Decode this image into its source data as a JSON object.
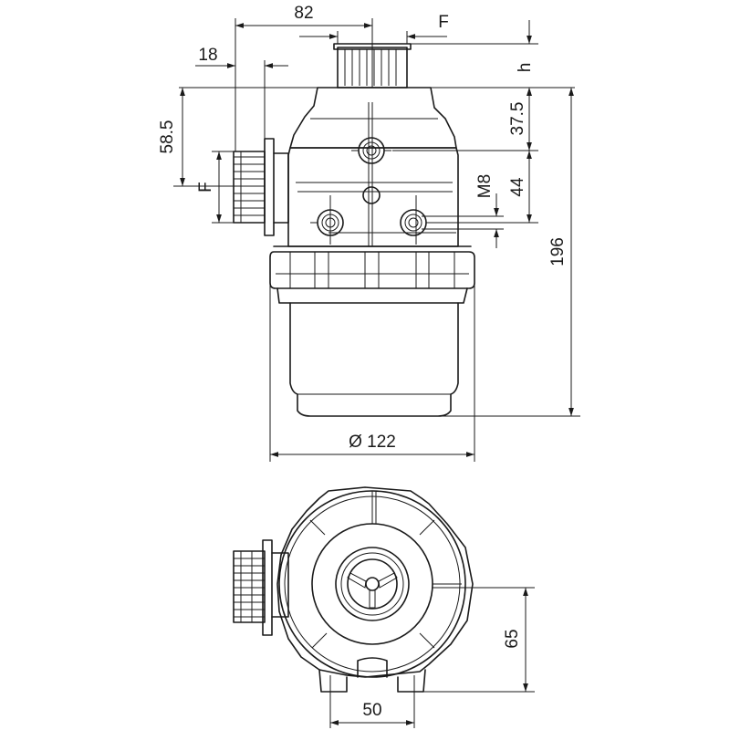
{
  "drawing": {
    "dimensions": {
      "d82": "82",
      "dF_top": "F",
      "d18": "18",
      "dh": "h",
      "d37_5": "37.5",
      "d58_5": "58.5",
      "dF_side": "F",
      "dM8": "M8",
      "d44": "44",
      "d196": "196",
      "d122": "Ø 122",
      "d65": "65",
      "d50": "50"
    }
  }
}
